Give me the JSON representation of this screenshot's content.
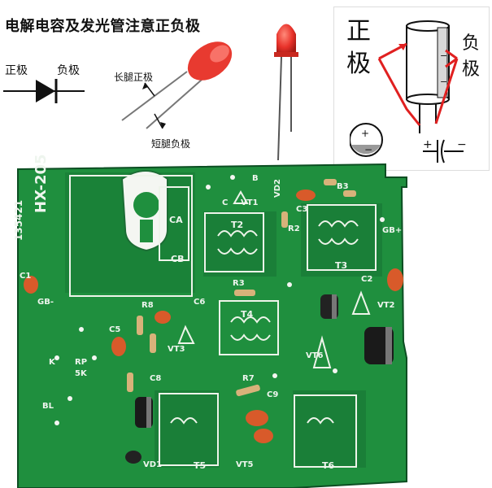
{
  "header": {
    "title": "电解电容及发光管注意正负极"
  },
  "diode_diagram": {
    "positive_label": "正极",
    "negative_label": "负极"
  },
  "led_diagram": {
    "long_leg_label": "长腿正极",
    "short_leg_label": "短腿负极"
  },
  "capacitor_diagram": {
    "positive_label_1": "正",
    "positive_label_2": "极",
    "negative_label_1": "负",
    "negative_label_2": "极",
    "symbol_plus": "+",
    "symbol_minus": "−"
  },
  "pcb": {
    "model": "HX-205",
    "serial": "135421",
    "labels": [
      "B",
      "C",
      "VT1",
      "VD2",
      "C3",
      "R2",
      "B3",
      "T2",
      "C2",
      "GB+",
      "CA",
      "CB",
      "C1",
      "GB-",
      "R3",
      "T3",
      "T4",
      "R8",
      "C6",
      "C5",
      "VT3",
      "VT2",
      "RP",
      "5K",
      "K",
      "BL",
      "C8",
      "R7",
      "C9",
      "VT6",
      "T5",
      "T6",
      "VT5",
      "VD1"
    ]
  },
  "colors": {
    "pcb_green": "#1f8f3e",
    "pcb_dark": "#157032",
    "silk": "#f2f5ee",
    "led_red": "#e8322a",
    "arrow_red": "#e02020"
  }
}
